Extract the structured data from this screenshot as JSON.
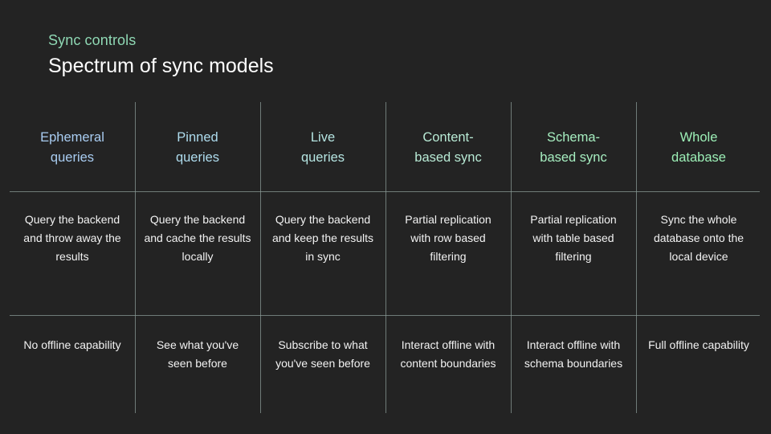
{
  "slide": {
    "eyebrow": "Sync controls",
    "headline": "Spectrum of sync models",
    "background_color": "#232323",
    "eyebrow_color": "#8fd8b4",
    "headline_color": "#ffffff",
    "rule_color": "#8a9a95",
    "body_text_color": "#f2f2f2"
  },
  "table": {
    "columns": [
      {
        "header": "Ephemeral\nqueries",
        "header_line1": "Ephemeral",
        "header_line2": "queries",
        "header_color": "#a9cdf2",
        "description": "Query the backend and throw away the results",
        "offline": "No offline capability"
      },
      {
        "header": "Pinned\nqueries",
        "header_line1": "Pinned",
        "header_line2": "queries",
        "header_color": "#aedcee",
        "description": "Query the backend and cache the results locally",
        "offline": "See what you've seen before"
      },
      {
        "header": "Live\nqueries",
        "header_line1": "Live",
        "header_line2": "queries",
        "header_color": "#b5e5e2",
        "description": "Query the backend and keep the results in sync",
        "offline": "Subscribe to what you've seen before"
      },
      {
        "header": "Content-\nbased sync",
        "header_line1": "Content-",
        "header_line2": "based sync",
        "header_color": "#b8ead5",
        "description": "Partial replication with row based filtering",
        "offline": "Interact offline with content boundaries"
      },
      {
        "header": "Schema-\nbased sync",
        "header_line1": "Schema-",
        "header_line2": "based sync",
        "header_color": "#a6eec0",
        "description": "Partial replication with table based filtering",
        "offline": "Interact offline with schema boundaries"
      },
      {
        "header": "Whole\ndatabase",
        "header_line1": "Whole",
        "header_line2": "database",
        "header_color": "#9cefb6",
        "description": "Sync the whole database onto the local device",
        "offline": "Full offline capability"
      }
    ]
  }
}
